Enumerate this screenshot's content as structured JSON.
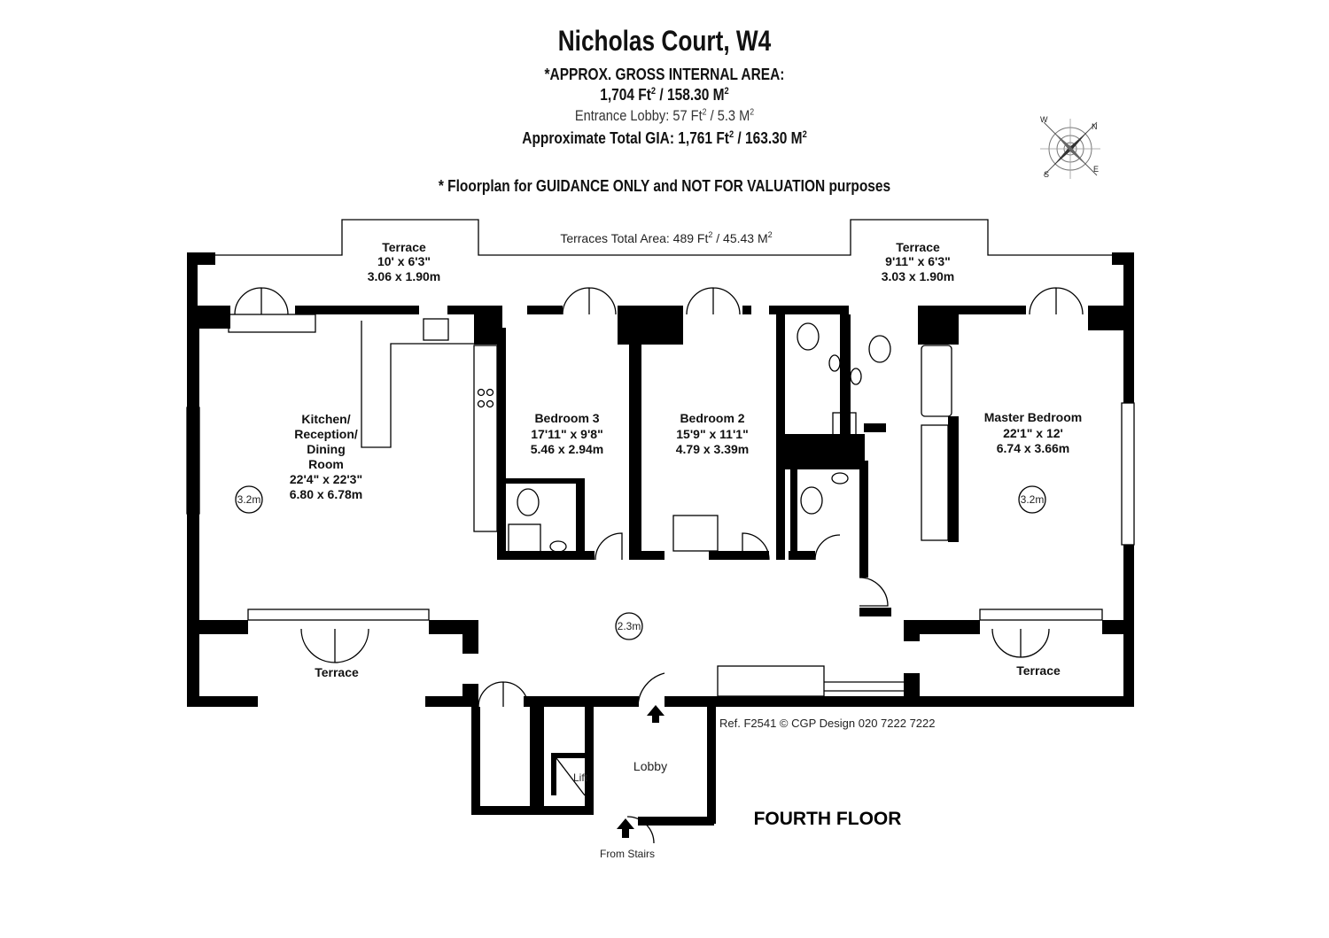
{
  "header": {
    "title": "Nicholas Court, W4",
    "area_label": "*APPROX. GROSS INTERNAL  AREA:",
    "area_value_a": "1,704 Ft",
    "area_value_b": " / 158.30 M",
    "lobby_a": "Entrance Lobby: 57 Ft",
    "lobby_b": " / 5.3 M",
    "total_a": "Approximate Total GIA: 1,761  Ft",
    "total_b": " / 163.30 M",
    "sq": "2",
    "disclaimer": "* Floorplan for GUIDANCE ONLY and NOT FOR VALUATION purposes"
  },
  "terraces_total": {
    "a": "Terraces Total Area: 489 Ft",
    "b": " / 45.43 M",
    "sq": "2"
  },
  "rooms": {
    "terrace_left": {
      "name": "Terrace",
      "imperial": "10' x 6'3\"",
      "metric": "3.06 x 1.90m"
    },
    "terrace_right": {
      "name": "Terrace",
      "imperial": "9'11\" x 6'3\"",
      "metric": "3.03 x 1.90m"
    },
    "kitchen": {
      "l1": "Kitchen/",
      "l2": "Reception/",
      "l3": "Dining",
      "l4": "Room",
      "imperial": "22'4\" x 22'3\"",
      "metric": "6.80 x 6.78m"
    },
    "bedroom3": {
      "name": "Bedroom 3",
      "imperial": "17'11\" x 9'8\"",
      "metric": "5.46 x 2.94m"
    },
    "bedroom2": {
      "name": "Bedroom 2",
      "imperial": "15'9\" x 11'1\"",
      "metric": "4.79 x 3.39m"
    },
    "master": {
      "name": "Master Bedroom",
      "imperial": "22'1\" x 12'",
      "metric": "6.74 x 3.66m"
    },
    "terrace_bottom_left": {
      "name": "Terrace"
    },
    "terrace_bottom_right": {
      "name": "Terrace"
    },
    "lobby": {
      "name": "Lobby"
    },
    "lift": {
      "name": "Lift"
    }
  },
  "heights": {
    "kitchen": "3.2m",
    "master": "3.2m",
    "hall": "2.3m"
  },
  "floor_label": "FOURTH FLOOR",
  "reference": "Ref. F2541 © CGP Design 020 7222 7222",
  "from_stairs": "From Stairs",
  "compass": {
    "n": "N",
    "e": "E",
    "s": "S",
    "w": "W"
  }
}
